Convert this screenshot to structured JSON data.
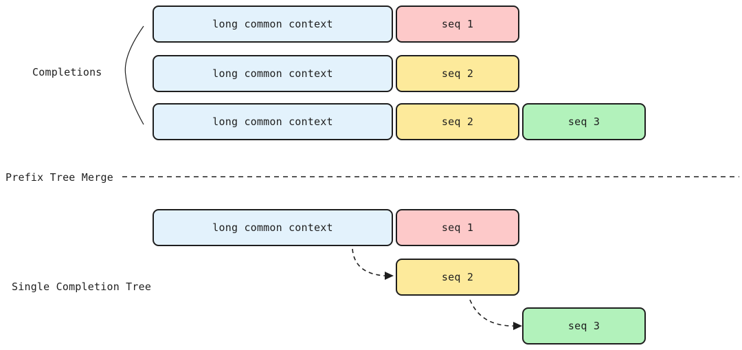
{
  "top": {
    "label": "Completions",
    "rows": [
      {
        "context": "long common context",
        "seqs": [
          "seq 1"
        ]
      },
      {
        "context": "long common context",
        "seqs": [
          "seq 2"
        ]
      },
      {
        "context": "long common context",
        "seqs": [
          "seq 2",
          "seq 3"
        ]
      }
    ]
  },
  "divider": {
    "label": "Prefix Tree Merge"
  },
  "bottom": {
    "label": "Single Completion Tree",
    "context": "long common context",
    "seq1": "seq 1",
    "seq2": "seq 2",
    "seq3": "seq 3"
  },
  "colors": {
    "context_fill": "#e3f2fc",
    "seq1_fill": "#fdc9c9",
    "seq2_fill": "#fdea9b",
    "seq3_fill": "#b2f2bb",
    "stroke": "#1e1e1e"
  }
}
